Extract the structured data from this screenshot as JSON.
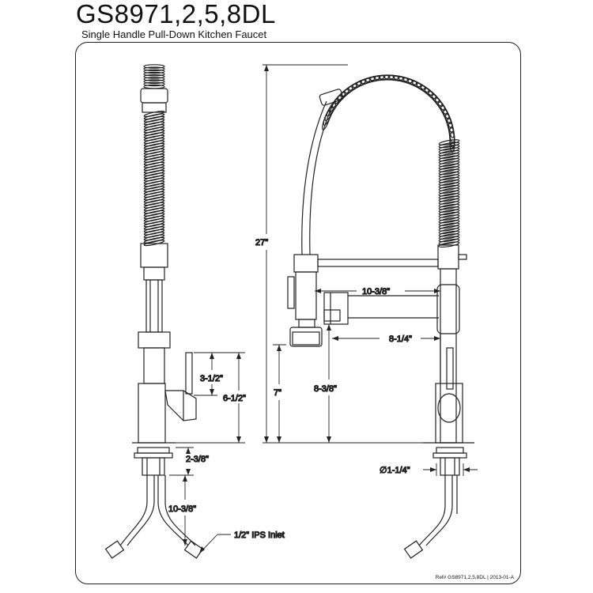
{
  "header": {
    "model": "GS8971,2,5,8DL",
    "subtitle": "Single Handle Pull-Down Kitchen Faucet"
  },
  "dimensions": {
    "left_handle_height": "3-1/2\"",
    "left_total_body": "6-1/2\"",
    "left_shank": "2-3/8\"",
    "left_supply_length": "10-3/8\"",
    "inlet": "1/2\" IPS Inlet",
    "overall_height": "27\"",
    "spout_reach": "10-3/8\"",
    "spray_reach": "8-1/4\"",
    "spout_clearance": "7\"",
    "spray_clearance": "8-3/8\"",
    "hole_diameter": "∅1-1/4\""
  },
  "footer": {
    "ref": "Ref# GS8971,2,5,8DL  |  2013-01-A"
  }
}
